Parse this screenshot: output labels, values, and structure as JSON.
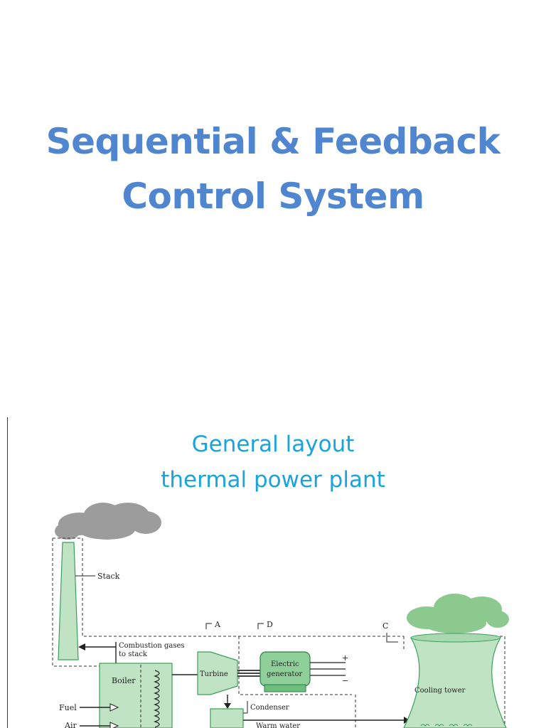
{
  "slide1": {
    "title_line1": "Sequential & Feedback",
    "title_line2": "Control System"
  },
  "slide2": {
    "heading_line1": "General layout",
    "heading_line2": "thermal power plant",
    "labels": {
      "stack": "Stack",
      "combustion_1": "Combustion gases",
      "combustion_2": "to stack",
      "A": "A",
      "D": "D",
      "C": "C",
      "boiler": "Boiler",
      "turbine": "Turbine",
      "generator_1": "Electric",
      "generator_2": "generator",
      "plus": "+",
      "minus": "−",
      "cooling_tower": "Cooling tower",
      "condenser": "Condenser",
      "fuel": "Fuel",
      "air": "Air",
      "warm_water": "Warm water"
    },
    "colors": {
      "equipment_fill": "#bfe3c3",
      "equipment_dark": "#3aa05a",
      "smoke": "#9a9a9a",
      "steam": "#8cc98f"
    }
  }
}
